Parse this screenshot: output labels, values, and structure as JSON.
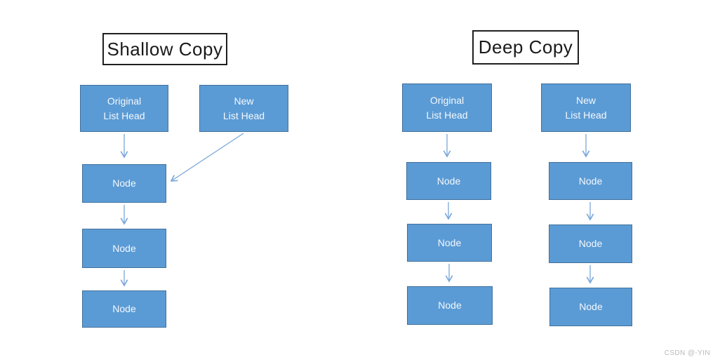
{
  "shallow": {
    "title": "Shallow Copy",
    "original_head": "Original\nList Head",
    "new_head": "New\nList Head",
    "nodes": [
      "Node",
      "Node",
      "Node"
    ]
  },
  "deep": {
    "title": "Deep Copy",
    "original_head": "Original\nList Head",
    "new_head": "New\nList Head",
    "original_nodes": [
      "Node",
      "Node",
      "Node"
    ],
    "new_nodes": [
      "Node",
      "Node",
      "Node"
    ]
  },
  "watermark": "CSDN @-YIN",
  "colors": {
    "box_fill": "#5b9bd5",
    "box_border": "#41719c",
    "arrow": "#7aa7d9",
    "title_border": "#1f1f1f",
    "background": "#ffffff"
  }
}
